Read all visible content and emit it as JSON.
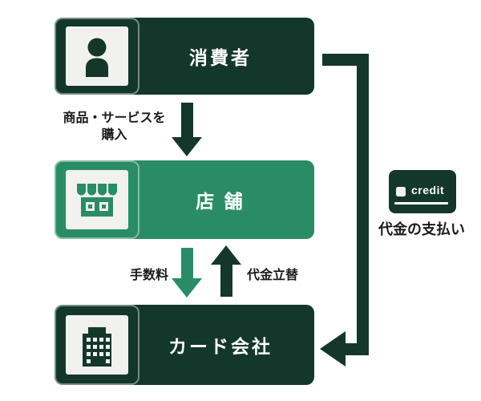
{
  "colors": {
    "dark_green": "#14372b",
    "light_green": "#2a8c66",
    "icon_bg": "#f1f1ef",
    "label_text": "#1a1a1a",
    "background": "#ffffff"
  },
  "nodes": {
    "consumer": {
      "label": "消費者",
      "icon": "person-icon",
      "color": "#14372b"
    },
    "store": {
      "label": "店 舗",
      "icon": "storefront-icon",
      "color": "#2a8c66"
    },
    "card_company": {
      "label": "カード会社",
      "icon": "building-icon",
      "color": "#14372b"
    }
  },
  "flows": {
    "purchase": {
      "line1": "商品・サービスを",
      "line2": "購入",
      "from": "消費者",
      "to": "店 舗"
    },
    "fee": {
      "label": "手数料",
      "from": "店 舗",
      "to": "カード会社"
    },
    "advance": {
      "label": "代金立替",
      "from": "カード会社",
      "to": "店 舗"
    },
    "payment": {
      "label": "代金の支払い",
      "from": "消費者",
      "to": "カード会社"
    }
  },
  "credit_card_badge": {
    "text": "credit"
  }
}
